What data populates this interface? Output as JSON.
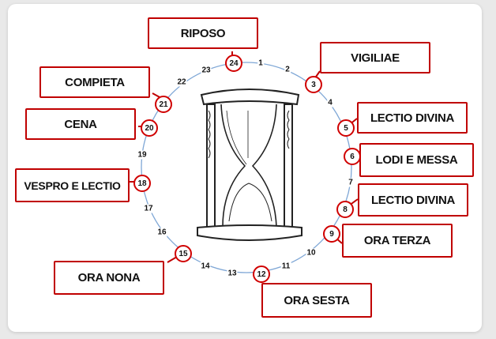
{
  "activities": {
    "riposo": "RIPOSO",
    "vigiliae": "VIGILIAE",
    "compieta": "COMPIETA",
    "cena": "CENA",
    "lectio1": "LECTIO DIVINA",
    "lodi": "LODI E MESSA",
    "vespro": "VESPRO E LECTIO",
    "lectio2": "LECTIO DIVINA",
    "terza": "ORA TERZA",
    "nona": "ORA NONA",
    "sesta": "ORA SESTA"
  },
  "hours": {
    "h1": "1",
    "h2": "2",
    "h3": "3",
    "h4": "4",
    "h5": "5",
    "h6": "6",
    "h7": "7",
    "h8": "8",
    "h9": "9",
    "h10": "10",
    "h11": "11",
    "h12": "12",
    "h13": "13",
    "h14": "14",
    "h15": "15",
    "h16": "16",
    "h17": "17",
    "h18": "18",
    "h19": "19",
    "h20": "20",
    "h21": "21",
    "h22": "22",
    "h23": "23",
    "h24": "24"
  },
  "colors": {
    "accent": "#c00000",
    "dial": "#7fa7d6"
  }
}
